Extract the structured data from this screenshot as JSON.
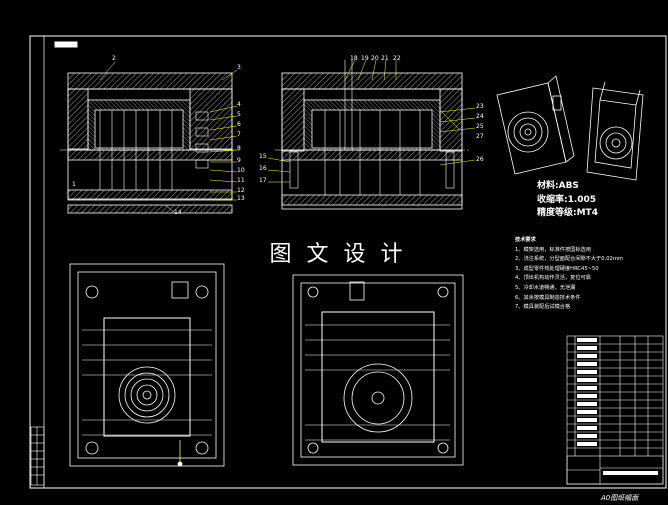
{
  "watermark": "图 文 设 计",
  "material": {
    "material_line": "材料:ABS",
    "shrink_line": "收缩率:1.005",
    "tolerance_line": "精度等级:MT4"
  },
  "tech_notes": {
    "heading": "技术要求",
    "lines": [
      "1、模架选用，标准件按国标选用",
      "2、浇注系统，分型面配合间隙不大于0.02mm",
      "3、成型零件热处理硬度HRC45~50",
      "4、顶出机构动作灵活，复位可靠",
      "5、冷却水道畅通，无泄漏",
      "6、其余按模具制造技术条件",
      "7、模具装配后试模合格"
    ]
  },
  "corner_label": "A0图纸幅面",
  "part_labels": {
    "left_section": [
      "2",
      "3",
      "4",
      "5",
      "6",
      "7",
      "8",
      "9",
      "10",
      "11",
      "12",
      "13",
      "14",
      "1"
    ],
    "right_section": [
      "18",
      "19",
      "20",
      "21",
      "22",
      "23",
      "24",
      "25",
      "26",
      "27",
      "15",
      "16",
      "17"
    ]
  },
  "colors": {
    "background": "#000000",
    "line": "#ffffff",
    "leader": "#ffff00"
  }
}
